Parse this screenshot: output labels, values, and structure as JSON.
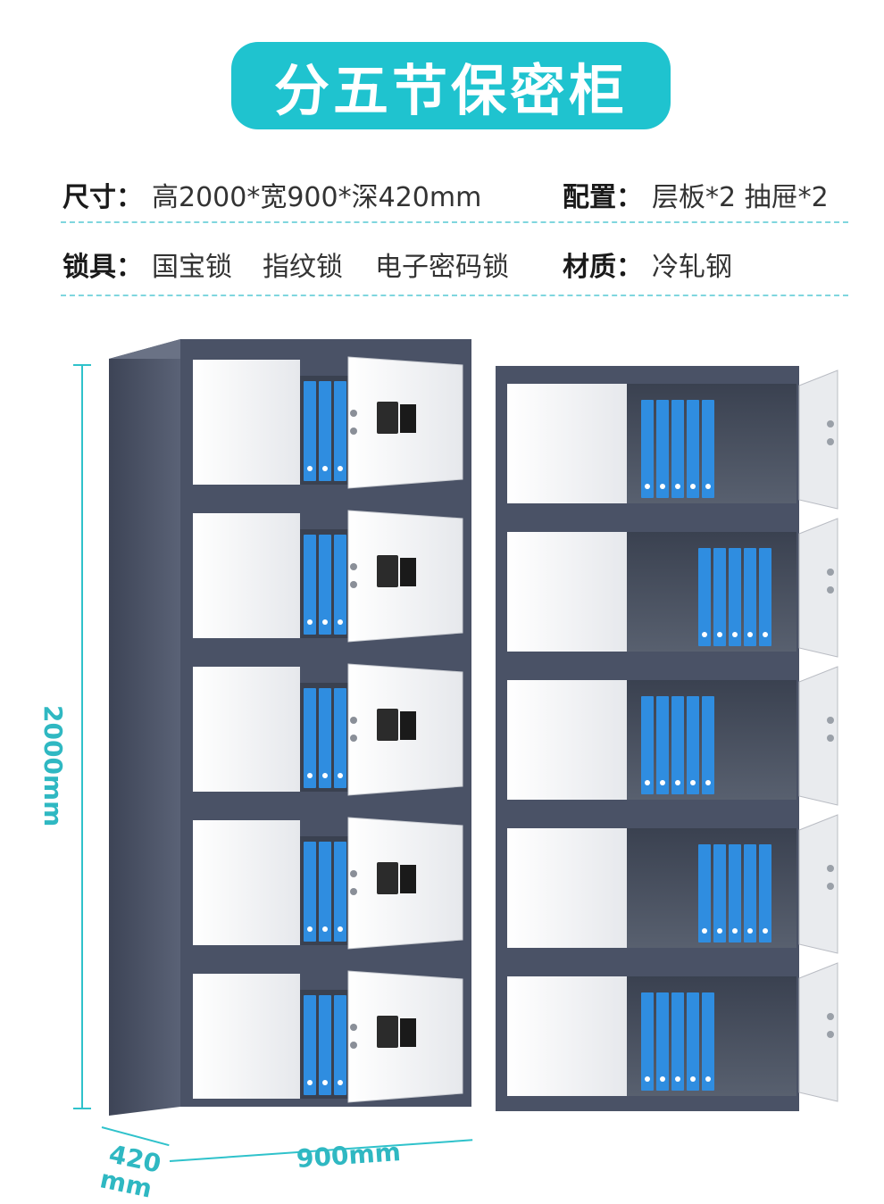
{
  "title": "分五节保密柜",
  "specs": {
    "size_label": "尺寸：",
    "size_value": "高2000*宽900*深420mm",
    "config_label": "配置：",
    "config_value": "层板*2  抽屉*2",
    "lock_label": "锁具：",
    "lock_values": [
      "国宝锁",
      "指纹锁",
      "电子密码锁"
    ],
    "material_label": "材质：",
    "material_value": "冷轧钢"
  },
  "dimensions": {
    "height": "2000mm",
    "width": "900mm",
    "depth_line1": "420",
    "depth_line2": "mm"
  },
  "colors": {
    "accent": "#1fc3cf",
    "cabinet_frame": "#4a5266",
    "door_white": "#f4f5f7",
    "folder_blue": "#2f8de0"
  }
}
